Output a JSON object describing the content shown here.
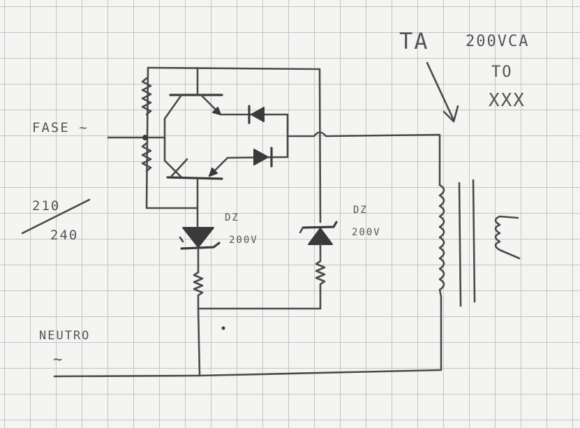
{
  "labels": {
    "phase": "FASE ~",
    "voltage_top": "210",
    "voltage_bottom": "240",
    "neutral": "NEUTRO",
    "neutral_symbol": "~",
    "dz_left_name": "DZ",
    "dz_left_value": "200V",
    "dz_right_name": "DZ",
    "dz_right_value": "200V",
    "ta_title": "TA",
    "ta_rating": "200VCA",
    "ta_to": "TO",
    "ta_xxx": "XXX"
  },
  "colors": {
    "paper": "#f4f4f2",
    "grid": "#c4c4c4",
    "pencil": "#4a4a4a"
  }
}
